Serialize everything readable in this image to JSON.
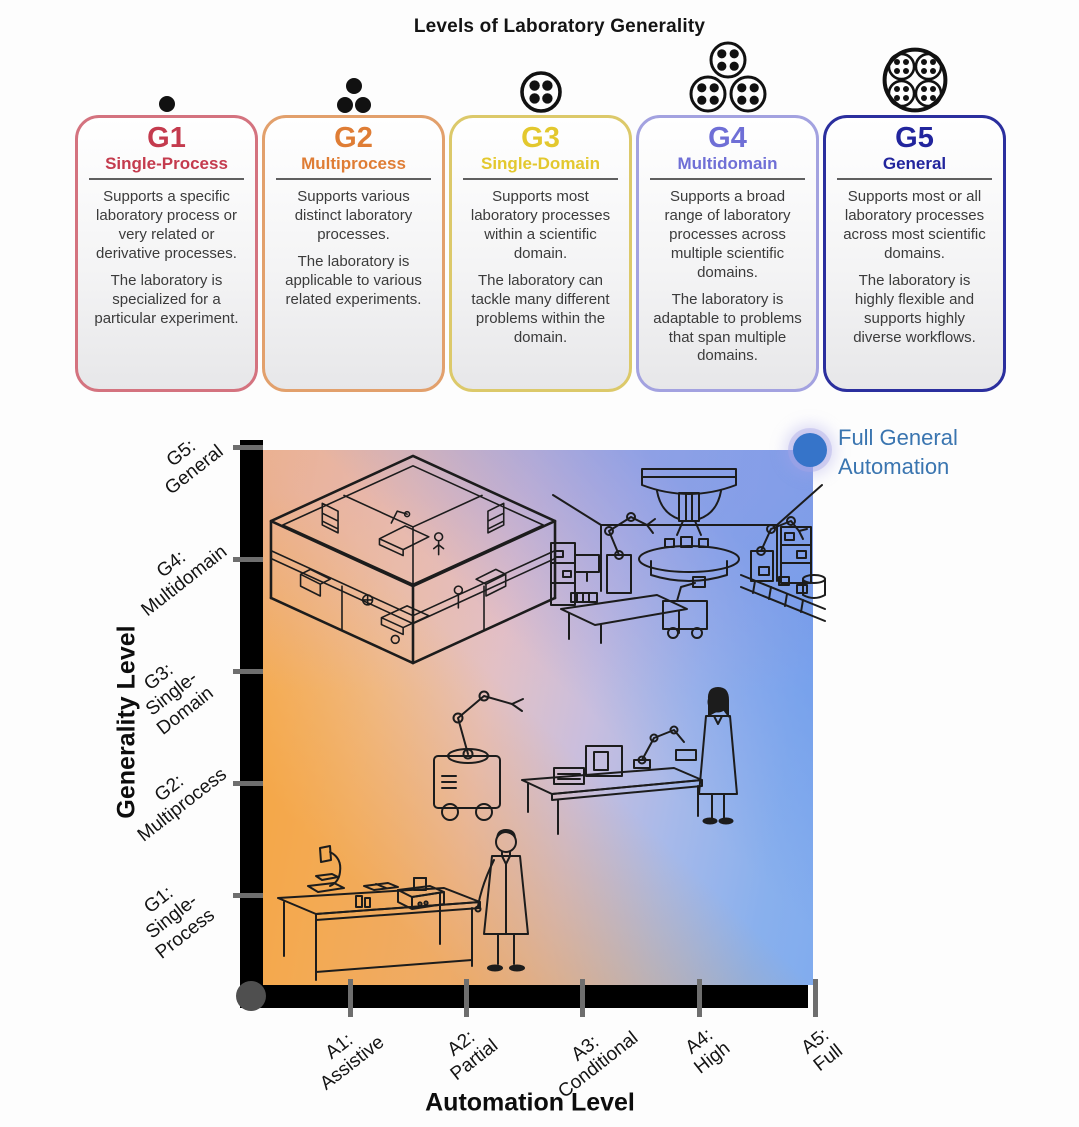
{
  "page": {
    "title": "Levels of Laboratory Generality"
  },
  "colors": {
    "icon": "#111111",
    "axis": "#000000",
    "tick": "#6e6e6e",
    "origin_dot": "#4f4f4f",
    "fga_dot": "#3674c9",
    "fga_text": "#3a75b0",
    "line_art": "#1c1c1c"
  },
  "cards": [
    {
      "id": "G1",
      "label": "Single-Process",
      "icon": "single-dot-icon",
      "border_color": "#d4737f",
      "title_color": "#c43b4e",
      "paragraphs": [
        "Supports a specific laboratory process or very related or derivative processes.",
        "The laboratory is specialized for a particular experiment."
      ]
    },
    {
      "id": "G2",
      "label": "Multiprocess",
      "icon": "three-dots-icon",
      "border_color": "#e2a06c",
      "title_color": "#df7d35",
      "paragraphs": [
        "Supports various distinct laboratory processes.",
        "The laboratory is applicable to various related experiments."
      ]
    },
    {
      "id": "G3",
      "label": "Single-Domain",
      "icon": "circle-four-dots-icon",
      "border_color": "#dcc96a",
      "title_color": "#e3c82e",
      "paragraphs": [
        "Supports most laboratory processes within a scientific domain.",
        "The laboratory can tackle many different problems within the domain."
      ]
    },
    {
      "id": "G4",
      "label": "Multidomain",
      "icon": "three-circles-four-dots-icon",
      "border_color": "#a3a2e0",
      "title_color": "#6f6fd6",
      "paragraphs": [
        "Supports a broad range of laboratory processes across multiple scientific domains.",
        "The laboratory is adaptable to problems that span multiple domains."
      ]
    },
    {
      "id": "G5",
      "label": "General",
      "icon": "nested-circles-icon",
      "border_color": "#2b2f9e",
      "title_color": "#22259d",
      "paragraphs": [
        "Supports most or all laboratory processes across most scientific domains.",
        "The laboratory is highly flexible and supports highly diverse workflows."
      ]
    }
  ],
  "chart": {
    "plot_background": "linear-gradient(to top right, rgba(112,154,236,0) 55%, rgba(100,145,235,0.6) 85%), linear-gradient(to top, rgba(220,172,213,0) 55%, rgba(219,172,214,0.4) 92%), linear-gradient(to bottom left, rgba(247,170,60,0) 50%, rgba(246,156,40,0.6) 82%), linear-gradient(100deg, #f5b463 0%, #eec09b 24%, #e3c1c4 42%, #c9bede 58%, #a6b9ea 74%, #89b0ed 90%, #81acee 100%)",
    "y_axis": {
      "title": "Generality Level",
      "ticks": [
        {
          "lines": [
            "G5:",
            "General"
          ]
        },
        {
          "lines": [
            "G4:",
            "Multidomain"
          ]
        },
        {
          "lines": [
            "G3:",
            "Single-",
            "Domain"
          ]
        },
        {
          "lines": [
            "G2:",
            "Multiprocess"
          ]
        },
        {
          "lines": [
            "G1:",
            "Single-",
            "Process"
          ]
        }
      ]
    },
    "x_axis": {
      "title": "Automation Level",
      "ticks": [
        {
          "lines": [
            "A1:",
            "Assistive"
          ]
        },
        {
          "lines": [
            "A2:",
            "Partial"
          ]
        },
        {
          "lines": [
            "A3:",
            "Conditional"
          ]
        },
        {
          "lines": [
            "A4:",
            "High"
          ]
        },
        {
          "lines": [
            "A5:",
            "Full"
          ]
        }
      ]
    },
    "annotation": {
      "lines": [
        "Full General",
        "Automation"
      ]
    },
    "illustrations": [
      "multi-room-automated-lab-building",
      "fully-automated-robotic-lab-room",
      "mobile-robot-benchtop-scientist",
      "scientist-at-manual-bench"
    ]
  }
}
